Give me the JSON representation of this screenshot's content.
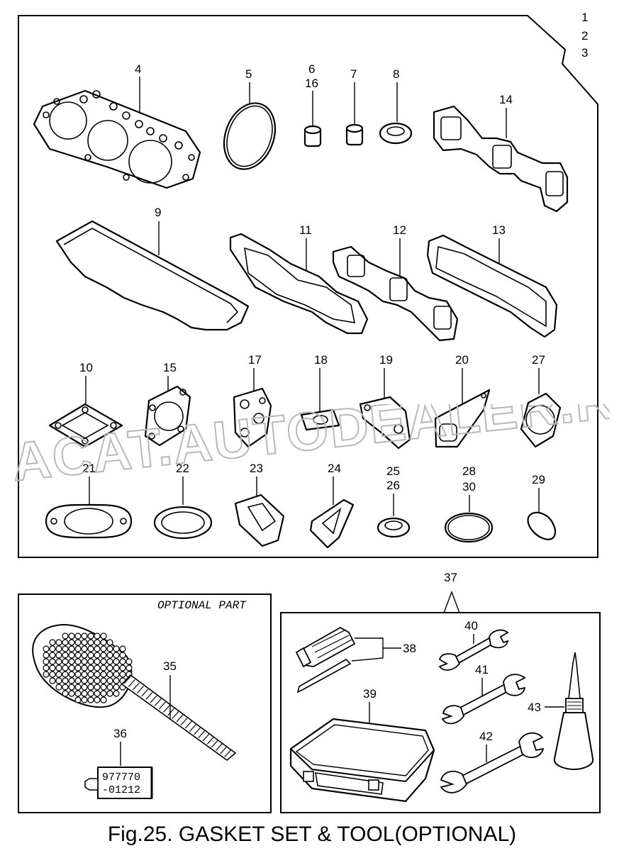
{
  "group_label": [
    "1",
    "2",
    "3"
  ],
  "callouts": {
    "p4": "4",
    "p5": "5",
    "p6": "6",
    "p16": "16",
    "p7": "7",
    "p8": "8",
    "p14": "14",
    "p9": "9",
    "p11": "11",
    "p12": "12",
    "p13": "13",
    "p10": "10",
    "p15": "15",
    "p17": "17",
    "p18": "18",
    "p19": "19",
    "p20": "20",
    "p27": "27",
    "p21": "21",
    "p22": "22",
    "p23": "23",
    "p24": "24",
    "p25": "25",
    "p26": "26",
    "p28": "28",
    "p30": "30",
    "p29": "29",
    "p35": "35",
    "p36": "36",
    "p37": "37",
    "p38": "38",
    "p39": "39",
    "p40": "40",
    "p41": "41",
    "p42": "42",
    "p43": "43"
  },
  "optional_part_label": "OPTIONAL PART",
  "tube_label": [
    "977770",
    "-01212"
  ],
  "caption": "Fig.25.  GASKET SET & TOOL(OPTIONAL)",
  "watermark": "ACAT.AUTODEALER.RU"
}
